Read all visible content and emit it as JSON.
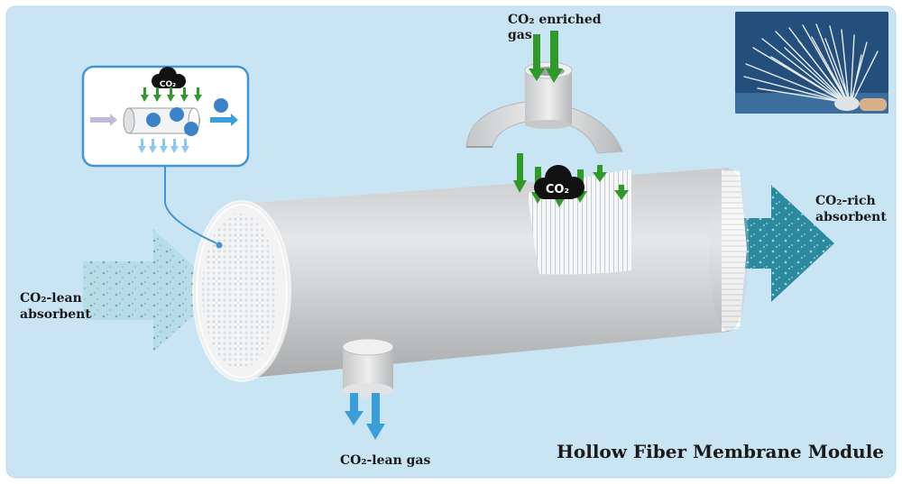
{
  "diagram": {
    "title": "Hollow Fiber Membrane Module",
    "labels": {
      "enriched_gas_line1": "CO₂ enriched",
      "enriched_gas_line2": "gas",
      "lean_absorbent_line1": "CO₂-lean",
      "lean_absorbent_line2": "absorbent",
      "rich_absorbent_line1": "CO₂-rich",
      "rich_absorbent_line2": "absorbent",
      "lean_gas": "CO₂-lean gas"
    },
    "co2_badge": "CO₂",
    "co2_bubble": "CO₂",
    "colors": {
      "background": "#c9e4f3",
      "shell": "#d4d6d8",
      "green_arrow": "#2f9a2a",
      "blue_arrow": "#3a9fd9",
      "lean_absorbent_arrow": "#b9dde6",
      "rich_absorbent_arrow": "#2d8a9e",
      "inset_border": "#3f96d2"
    }
  }
}
